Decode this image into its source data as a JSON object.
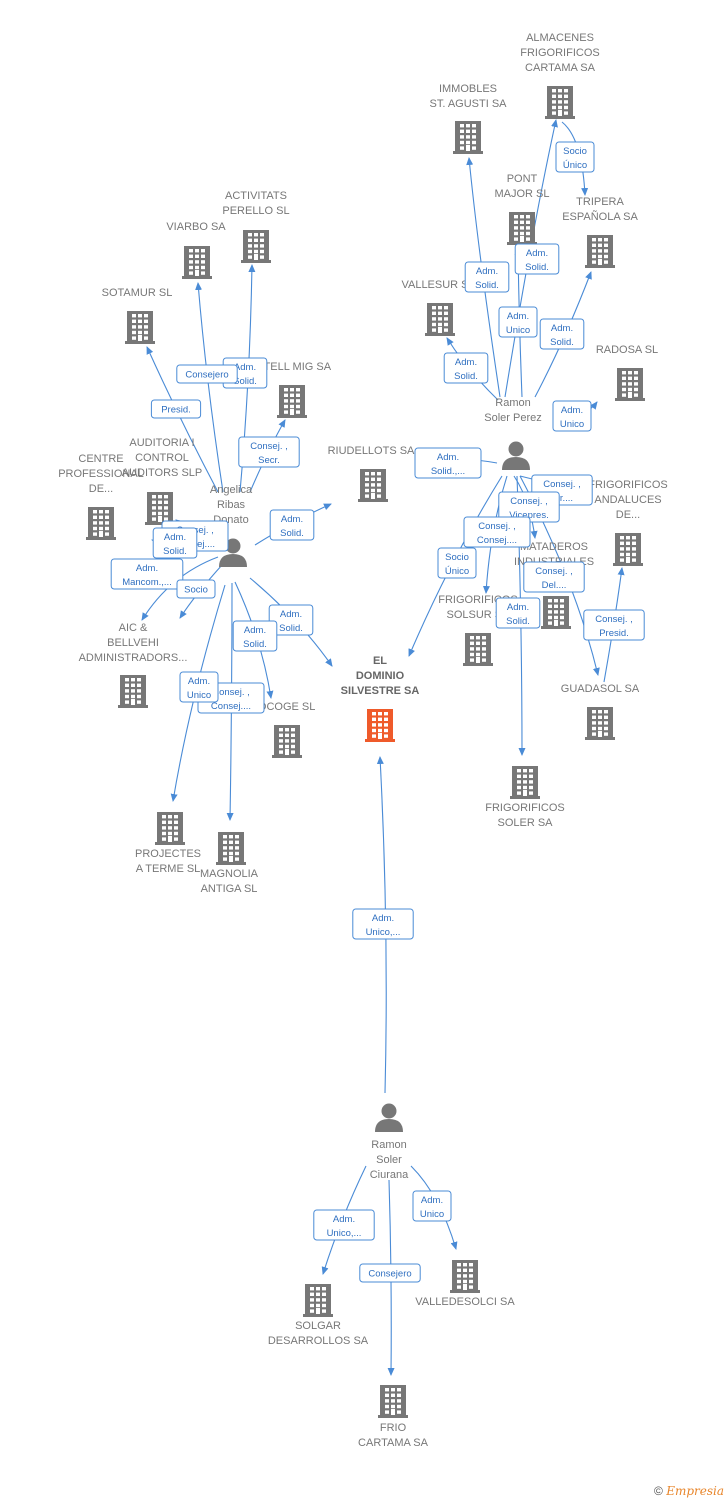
{
  "colors": {
    "edge": "#4a8bd6",
    "building": "#777777",
    "main_building": "#ef5a2a",
    "person": "#777777"
  },
  "footer": {
    "symbol": "©",
    "brand": "Empresia"
  },
  "nodes": [
    {
      "id": "main",
      "type": "company",
      "main": true,
      "label": [
        "EL",
        "DOMINIO",
        "SILVESTRE SA"
      ]
    },
    {
      "id": "almacenes",
      "type": "company",
      "label": [
        "ALMACENES",
        "FRIGORIFICOS",
        "CARTAMA SA"
      ]
    },
    {
      "id": "immobles",
      "type": "company",
      "label": [
        "IMMOBLES",
        "ST. AGUSTI SA"
      ]
    },
    {
      "id": "pontmajor",
      "type": "company",
      "label": [
        "PONT",
        "MAJOR SL"
      ]
    },
    {
      "id": "tripera",
      "type": "company",
      "label": [
        "TRIPERA",
        "ESPAÑOLA SA"
      ]
    },
    {
      "id": "vallesur",
      "type": "company",
      "label": [
        "VALLESUR S"
      ]
    },
    {
      "id": "radosa",
      "type": "company",
      "label": [
        "RADOSA SL"
      ]
    },
    {
      "id": "ramonperez",
      "type": "person",
      "label": [
        "Ramon",
        "Soler Perez"
      ]
    },
    {
      "id": "riudellots",
      "type": "company",
      "label": [
        "RIUDELLOTS SA"
      ]
    },
    {
      "id": "frigand",
      "type": "company",
      "label": [
        "FRIGORIFICOS",
        "ANDALUCES",
        "DE..."
      ]
    },
    {
      "id": "mataderos",
      "type": "company",
      "label": [
        "MATADEROS",
        "INDUSTRIALES"
      ]
    },
    {
      "id": "frigsolsur",
      "type": "company",
      "label": [
        "FRIGORIFICOS",
        "SOLSUR SA"
      ]
    },
    {
      "id": "guadasol",
      "type": "company",
      "label": [
        "GUADASOL SA"
      ]
    },
    {
      "id": "frigsoler",
      "type": "company",
      "label": [
        "FRIGORIFICOS",
        "SOLER SA"
      ]
    },
    {
      "id": "activitats",
      "type": "company",
      "label": [
        "ACTIVITATS",
        "PERELLO SL"
      ]
    },
    {
      "id": "viarbo",
      "type": "company",
      "label": [
        "VIARBO SA"
      ]
    },
    {
      "id": "sotamur",
      "type": "company",
      "label": [
        "SOTAMUR SL"
      ]
    },
    {
      "id": "castellmig",
      "type": "company",
      "label": [
        "CASTELL MIG SA"
      ]
    },
    {
      "id": "auditoria",
      "type": "company",
      "label": [
        "AUDITORIA I",
        "CONTROL",
        "AUDITORS SLP"
      ]
    },
    {
      "id": "centre",
      "type": "company",
      "label": [
        "CENTRE",
        "PROFESSIONAL",
        "DE..."
      ]
    },
    {
      "id": "angelica",
      "type": "person",
      "label": [
        "Angelica",
        "Ribas",
        "Donato"
      ]
    },
    {
      "id": "aic",
      "type": "company",
      "label": [
        "AIC &",
        "BELLVEHI",
        "ADMINISTRADORS..."
      ]
    },
    {
      "id": "socoge",
      "type": "company",
      "label": [
        "SOCOGE SL"
      ]
    },
    {
      "id": "projectes",
      "type": "company",
      "label": [
        "PROJECTES",
        "A TERME SL"
      ]
    },
    {
      "id": "magnolia",
      "type": "company",
      "label": [
        "MAGNOLIA",
        "ANTIGA SL"
      ]
    },
    {
      "id": "ramonciurana",
      "type": "person",
      "label": [
        "Ramon",
        "Soler",
        "Ciurana"
      ]
    },
    {
      "id": "valledesolci",
      "type": "company",
      "label": [
        "VALLEDESOLCI SA"
      ]
    },
    {
      "id": "solgar",
      "type": "company",
      "label": [
        "SOLGAR",
        "DESARROLLOS SA"
      ]
    },
    {
      "id": "friocartama",
      "type": "company",
      "label": [
        "FRIO",
        "CARTAMA SA"
      ]
    }
  ],
  "edges": [
    {
      "from": "almacenes",
      "to": "tripera",
      "label": [
        "Socio",
        "Único"
      ]
    },
    {
      "from": "ramonperez",
      "to": "almacenes",
      "label": [
        "Adm.",
        "Solid."
      ]
    },
    {
      "from": "ramonperez",
      "to": "immobles",
      "label": [
        "Adm.",
        "Solid."
      ]
    },
    {
      "from": "ramonperez",
      "to": "pontmajor",
      "label": [
        "Adm.",
        "Unico"
      ]
    },
    {
      "from": "ramonperez",
      "to": "tripera",
      "label": [
        "Adm.",
        "Solid."
      ]
    },
    {
      "from": "ramonperez",
      "to": "vallesur",
      "label": [
        "Adm.",
        "Solid."
      ]
    },
    {
      "from": "ramonperez",
      "to": "radosa",
      "label": [
        "Adm.",
        "Unico"
      ]
    },
    {
      "from": "ramonperez",
      "to": "riudellots",
      "label": [
        "Adm.",
        "Solid.,..."
      ]
    },
    {
      "from": "ramonperez",
      "to": "frigand",
      "label": [
        "Consej. ,",
        "Dir...."
      ]
    },
    {
      "from": "ramonperez",
      "to": "mataderos",
      "label": [
        "Consej. ,",
        "Vicepres."
      ]
    },
    {
      "from": "ramonperez",
      "to": "frigsolsur",
      "label": [
        "Consej. ,",
        "Consej...."
      ]
    },
    {
      "from": "ramonperez",
      "to": "main",
      "label": [
        "Socio",
        "Único"
      ]
    },
    {
      "from": "ramonperez",
      "to": "guadasol",
      "label": [
        "Consej. ,",
        "Del...."
      ]
    },
    {
      "from": "ramonperez",
      "to": "frigsoler",
      "label": [
        "Adm.",
        "Solid."
      ]
    },
    {
      "from": "guadasol",
      "to": "frigand",
      "label": [
        "Consej. ,",
        "Presid."
      ]
    },
    {
      "from": "angelica",
      "to": "activitats",
      "label": [
        "Adm.",
        "Solid."
      ]
    },
    {
      "from": "angelica",
      "to": "viarbo",
      "label": [
        "Consejero"
      ]
    },
    {
      "from": "angelica",
      "to": "sotamur",
      "label": [
        "Presid."
      ]
    },
    {
      "from": "angelica",
      "to": "castellmig",
      "label": [
        "Consej. ,",
        "Secr."
      ]
    },
    {
      "from": "angelica",
      "to": "riudellots",
      "label": [
        "Adm.",
        "Solid."
      ]
    },
    {
      "from": "angelica",
      "to": "auditoria",
      "label": [
        "Consej. ,",
        "Consej...."
      ]
    },
    {
      "from": "angelica",
      "to": "centre",
      "label": [
        "Adm.",
        "Solid."
      ]
    },
    {
      "from": "angelica",
      "to": "aic",
      "label": [
        "Adm.",
        "Mancom.,..."
      ]
    },
    {
      "from": "angelica",
      "to": "aic",
      "label": [
        "Socio"
      ]
    },
    {
      "from": "angelica",
      "to": "main",
      "label": [
        "Adm.",
        "Solid."
      ]
    },
    {
      "from": "angelica",
      "to": "socoge",
      "label": [
        "Adm.",
        "Solid."
      ]
    },
    {
      "from": "angelica",
      "to": "magnolia",
      "label": [
        "Consej. ,",
        "Consej...."
      ]
    },
    {
      "from": "angelica",
      "to": "projectes",
      "label": [
        "Adm.",
        "Unico"
      ]
    },
    {
      "from": "ramonciurana",
      "to": "main",
      "label": [
        "Adm.",
        "Unico,..."
      ]
    },
    {
      "from": "ramonciurana",
      "to": "valledesolci",
      "label": [
        "Adm.",
        "Unico"
      ]
    },
    {
      "from": "ramonciurana",
      "to": "solgar",
      "label": [
        "Adm.",
        "Unico,..."
      ]
    },
    {
      "from": "ramonciurana",
      "to": "friocartama",
      "label": [
        "Consejero"
      ]
    }
  ]
}
